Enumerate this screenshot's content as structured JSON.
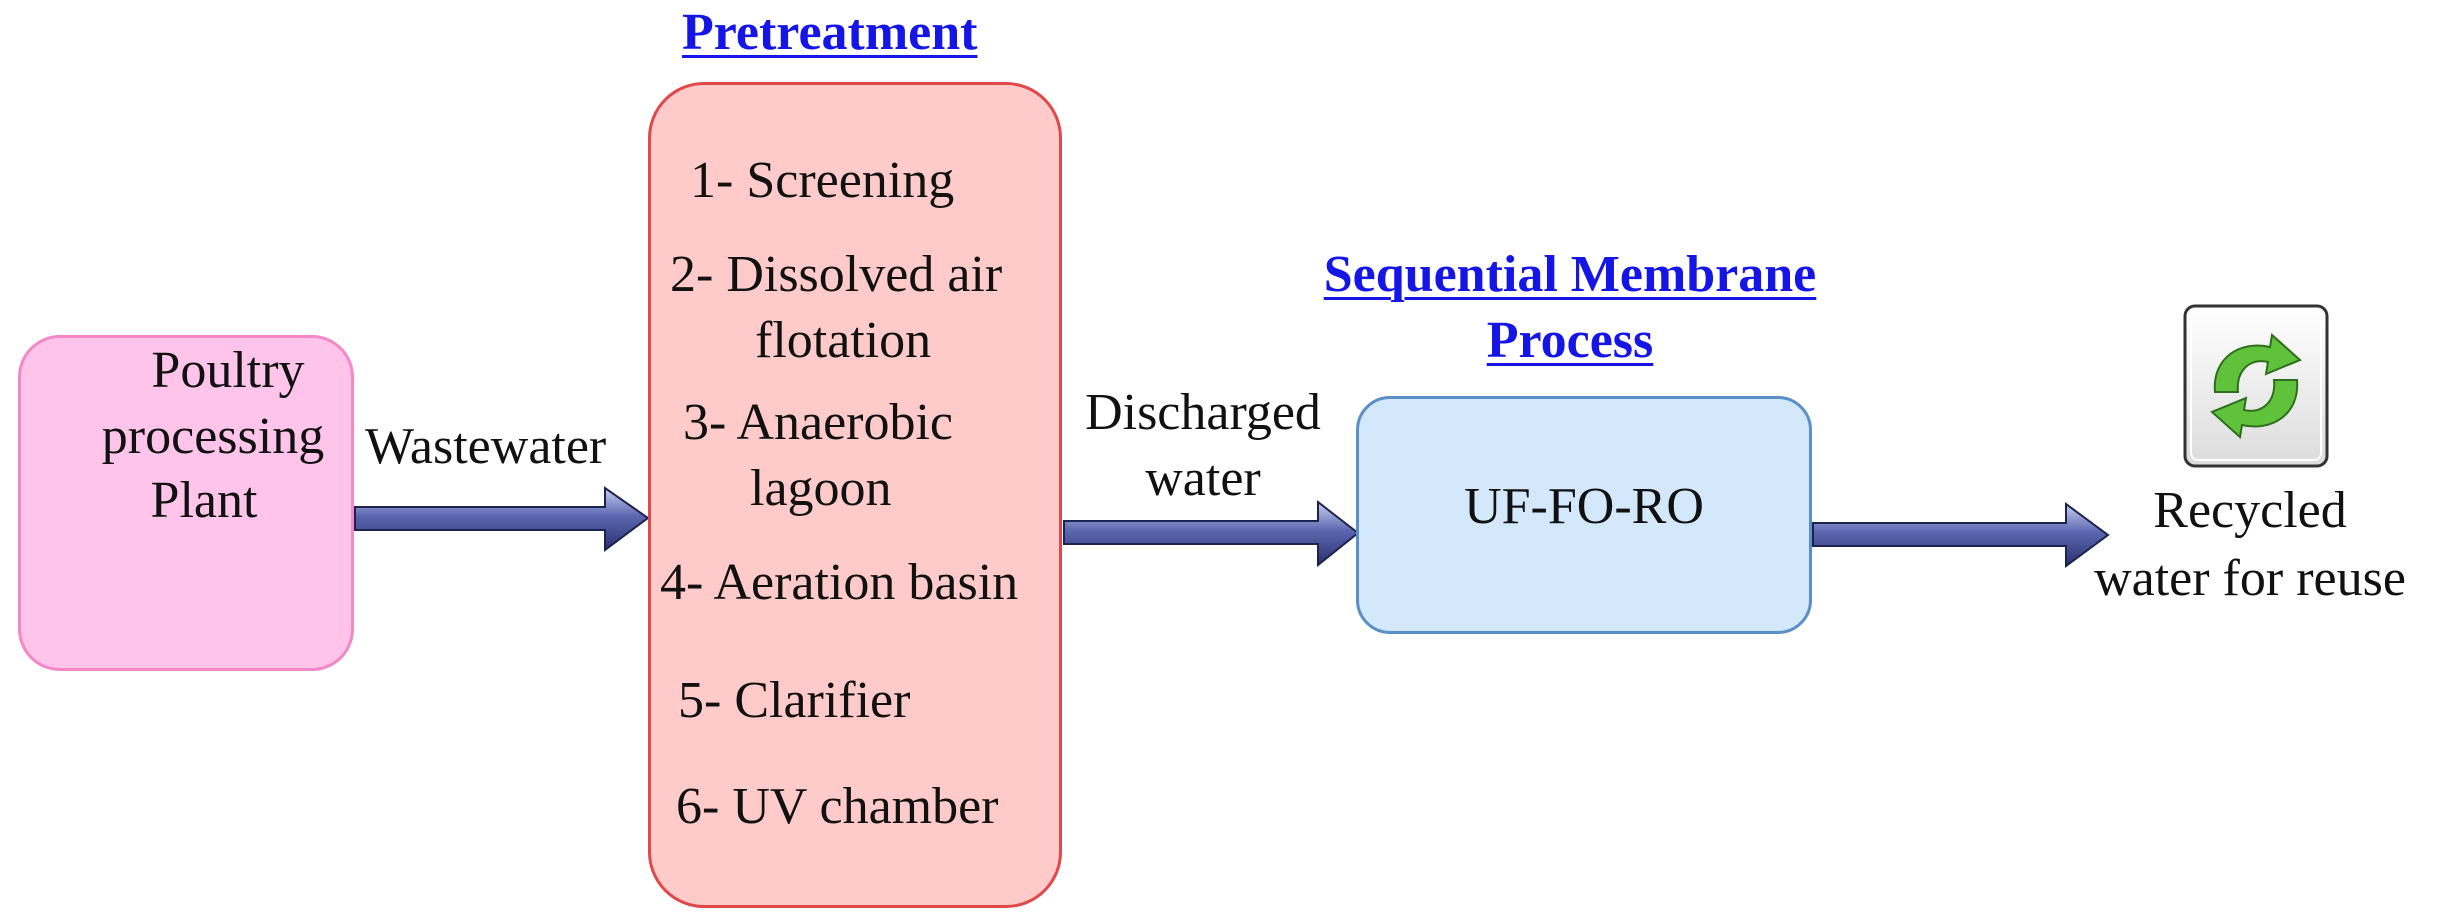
{
  "source": {
    "label_lines": [
      "Poultry",
      "processing",
      "Plant"
    ],
    "icon": "chicken-icon",
    "fill": "#ffc4ea",
    "stroke": "#f487c6"
  },
  "edges": {
    "wastewater": "Wastewater",
    "discharged_lines": [
      "Discharged",
      "water"
    ]
  },
  "pretreatment": {
    "heading": "Pretreatment",
    "fill": "#ffcaca",
    "stroke": "#e0494a",
    "steps": [
      {
        "lines": [
          "1- Screening"
        ]
      },
      {
        "lines": [
          "2- Dissolved air",
          "flotation"
        ]
      },
      {
        "lines": [
          "3- Anaerobic",
          "lagoon"
        ]
      },
      {
        "lines": [
          "4- Aeration basin"
        ]
      },
      {
        "lines": [
          "5- Clarifier"
        ]
      },
      {
        "lines": [
          "6- UV chamber"
        ]
      }
    ]
  },
  "membrane": {
    "heading_lines": [
      "Sequential Membrane",
      "Process"
    ],
    "label": "UF-FO-RO",
    "fill": "#d4e8fb",
    "stroke": "#5a8fc8"
  },
  "output": {
    "label_lines": [
      "Recycled",
      "water for reuse"
    ],
    "icon": "recycle-icon"
  },
  "colors": {
    "heading": "#1515e6",
    "arrow_fill": "#4a55a0",
    "arrow_light": "#b8c2e6"
  }
}
